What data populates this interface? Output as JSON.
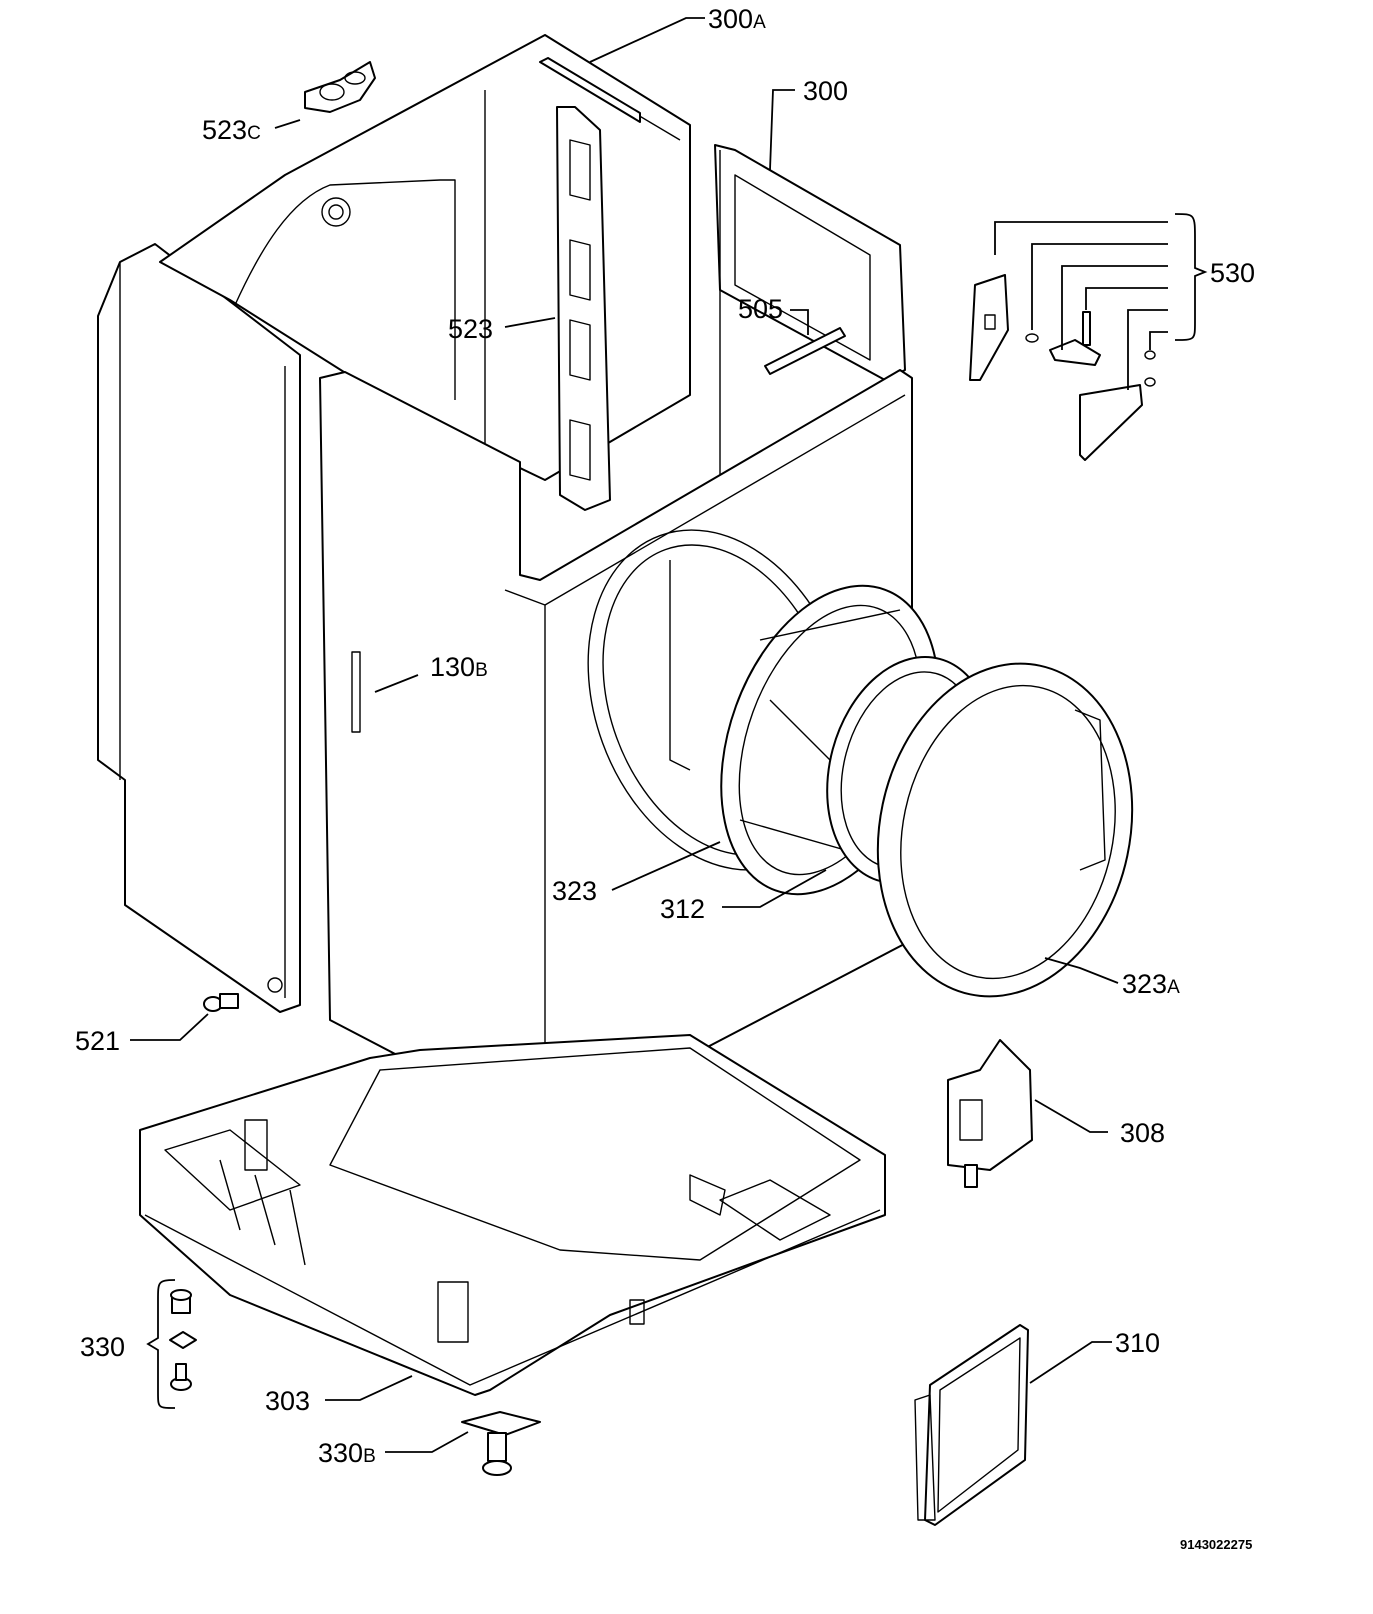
{
  "labels": {
    "l300a": {
      "num": "300",
      "suf": "A"
    },
    "l300": "300",
    "l523c": {
      "num": "523",
      "suf": "C"
    },
    "l530": "530",
    "l505": "505",
    "l523": "523",
    "l130b": {
      "num": "130",
      "suf": "B"
    },
    "l323": "323",
    "l312": "312",
    "l323a": {
      "num": "323",
      "suf": "A"
    },
    "l521": "521",
    "l308": "308",
    "l330": "330",
    "l303": "303",
    "l330b": {
      "num": "330",
      "suf": "B"
    },
    "l310": "310"
  },
  "drawing_code": "9143022275"
}
